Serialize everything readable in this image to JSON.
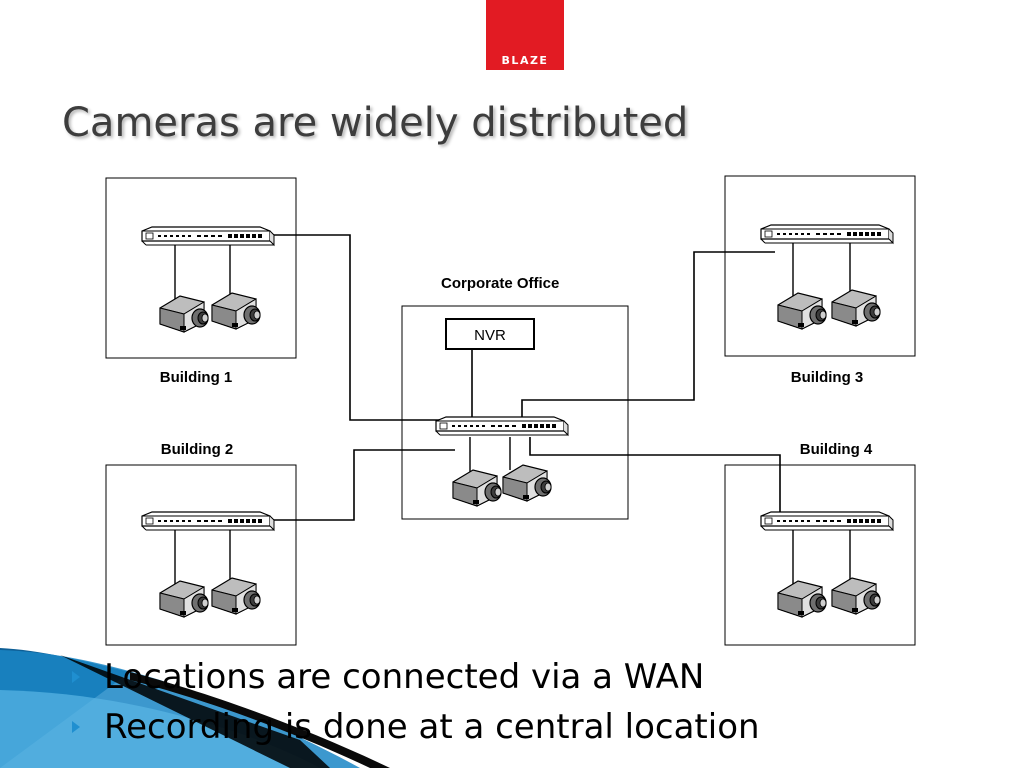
{
  "logo": {
    "text": "BLAZE"
  },
  "title": "Cameras are widely distributed",
  "diagram": {
    "central_label": "Corporate Office",
    "nvr_label": "NVR",
    "buildings": [
      "Building 1",
      "Building 2",
      "Building 3",
      "Building 4"
    ]
  },
  "bullets": [
    "Locations are connected via a WAN",
    "Recording is done at a central location"
  ],
  "colors": {
    "logo_bg": "#e21b23",
    "accent_blue": "#1f8fd0",
    "title": "#3d3d3d"
  }
}
